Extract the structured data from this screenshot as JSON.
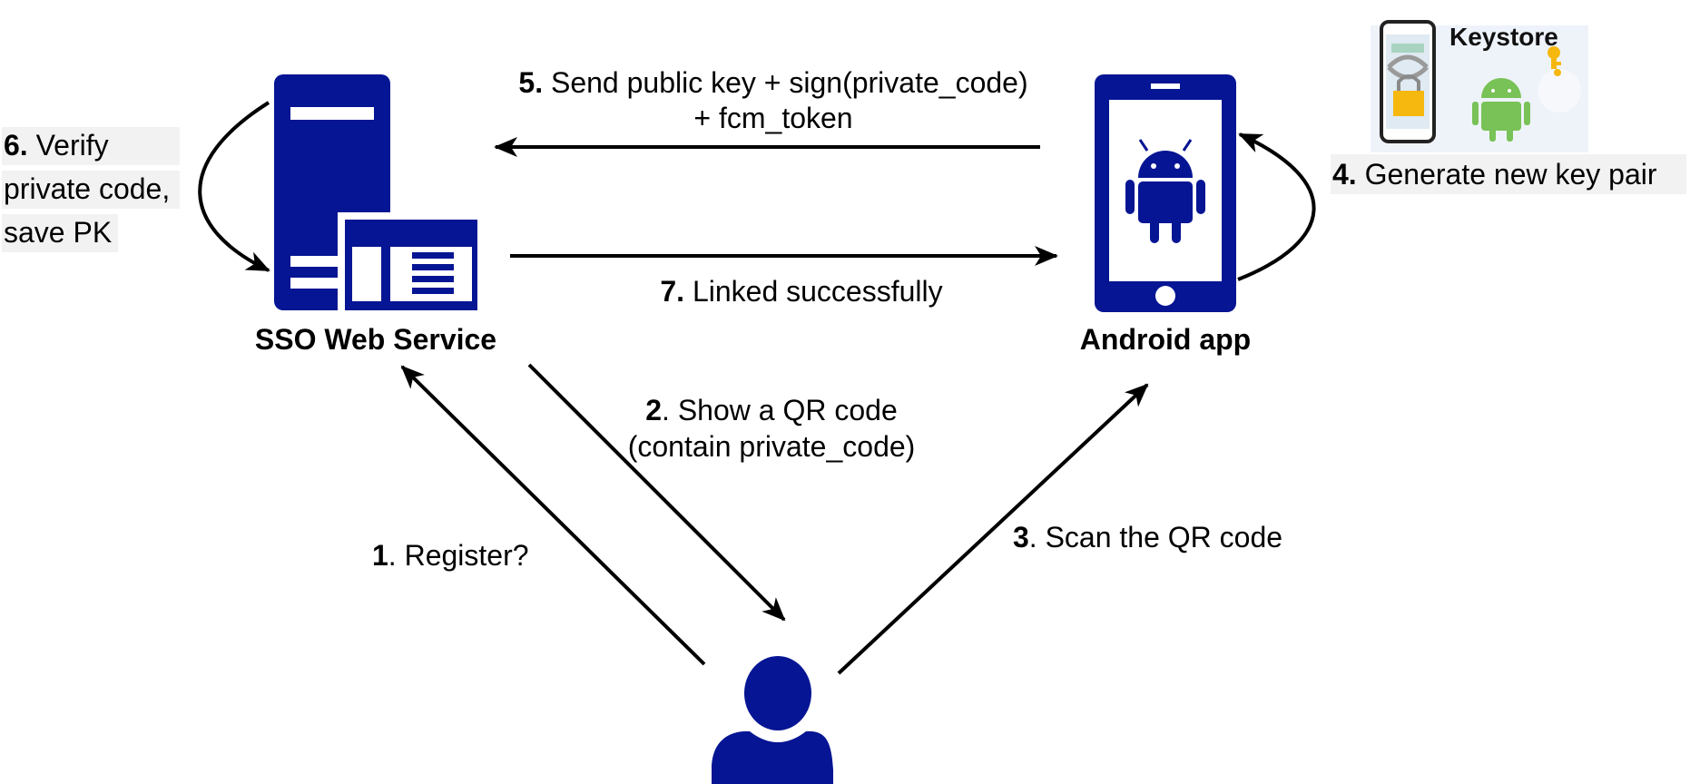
{
  "colors": {
    "icon_blue": "#061593",
    "arrow": "#000000",
    "highlight": "#f2f2f2",
    "android_green": "#78c257",
    "lock_yellow": "#f6b80f"
  },
  "nodes": {
    "server": {
      "icon": "server-icon",
      "label": "SSO Web Service"
    },
    "phone": {
      "icon": "android-phone-icon",
      "label": "Android app"
    },
    "user": {
      "icon": "user-icon"
    },
    "keystore": {
      "icon": "keystore-logo",
      "label": "Keystore"
    }
  },
  "steps": {
    "s1": {
      "num": "1",
      "text": ". Register?"
    },
    "s2": {
      "num": "2",
      "text1": ". Show a QR code",
      "text2": "(contain private_code)"
    },
    "s3": {
      "num": "3",
      "text": ". Scan the QR code"
    },
    "s4": {
      "num": "4.",
      "text": " Generate new key pair"
    },
    "s5": {
      "num": "5.",
      "text1": " Send public key + sign(private_code)",
      "text2": "+ fcm_token"
    },
    "s6": {
      "num": "6.",
      "text1": " Verify",
      "text2": "private code,",
      "text3": "save PK"
    },
    "s7": {
      "num": "7.",
      "text": " Linked successfully"
    }
  }
}
